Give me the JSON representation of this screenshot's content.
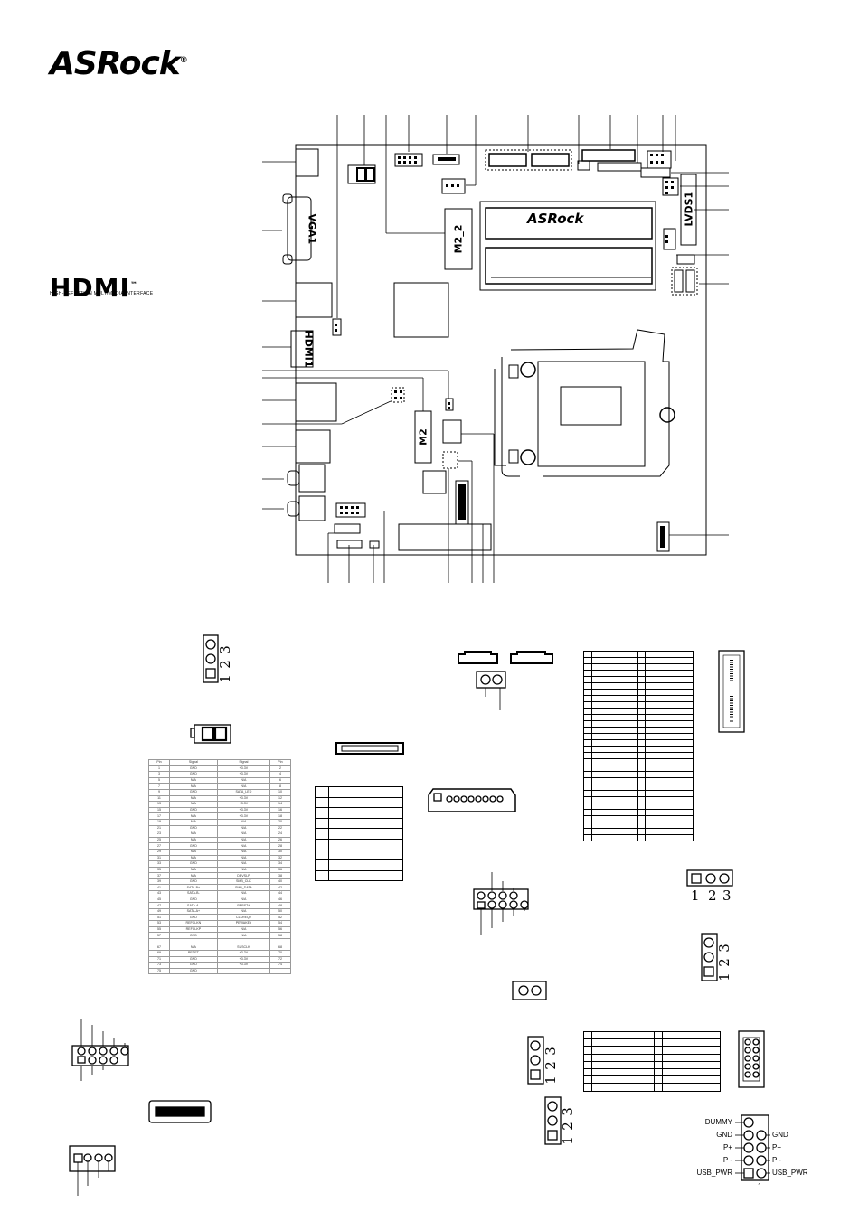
{
  "brand": {
    "logo_text": "ASRock",
    "logo_mark": "®",
    "board_logo": "ASRock"
  },
  "hdmi_logo": {
    "text": "HDMI",
    "tm": "™",
    "subtitle": "HIGH-DEFINITION MULTIMEDIA INTERFACE"
  },
  "board_labels": {
    "vga": "VGA1",
    "hdmi": "HDMI1",
    "m2_2": "M2_2",
    "m2": "M2",
    "lvds": "LVDS1"
  },
  "pin_numbers": {
    "header_a": [
      "1",
      "2",
      "3"
    ],
    "header_b": [
      "1",
      "2",
      "3"
    ],
    "header_c": [
      "1",
      "2",
      "3"
    ],
    "header_d": [
      "1",
      "2",
      "3"
    ],
    "header_e": [
      "1",
      "2",
      "3"
    ]
  },
  "usb_header": {
    "left": [
      "DUMMY",
      "GND",
      "P+",
      "P -",
      "USB_PWR"
    ],
    "right": [
      "GND",
      "P+",
      "P -",
      "USB_PWR"
    ],
    "pin1": "1"
  },
  "m2_table": {
    "rows": [
      [
        "Pin",
        "Signal",
        "Signal",
        "Pin"
      ],
      [
        "1",
        "GND",
        "+3.3V",
        "2"
      ],
      [
        "3",
        "GND",
        "+3.3V",
        "4"
      ],
      [
        "5",
        "N/A",
        "N/A",
        "6"
      ],
      [
        "7",
        "N/A",
        "N/A",
        "8"
      ],
      [
        "9",
        "GND",
        "SATA_LED",
        "10"
      ],
      [
        "11",
        "N/A",
        "+3.3V",
        "12"
      ],
      [
        "13",
        "N/A",
        "+3.3V",
        "14"
      ],
      [
        "15",
        "GND",
        "+3.3V",
        "16"
      ],
      [
        "17",
        "N/A",
        "+3.3V",
        "18"
      ],
      [
        "19",
        "N/A",
        "N/A",
        "20"
      ],
      [
        "21",
        "GND",
        "N/A",
        "22"
      ],
      [
        "23",
        "N/A",
        "N/A",
        "24"
      ],
      [
        "25",
        "N/A",
        "N/A",
        "26"
      ],
      [
        "27",
        "GND",
        "N/A",
        "28"
      ],
      [
        "29",
        "N/A",
        "N/A",
        "30"
      ],
      [
        "31",
        "N/A",
        "N/A",
        "32"
      ],
      [
        "33",
        "GND",
        "N/A",
        "34"
      ],
      [
        "35",
        "N/A",
        "N/A",
        "36"
      ],
      [
        "37",
        "N/A",
        "DEVSLP",
        "38"
      ],
      [
        "39",
        "GND",
        "SMB_CLK",
        "40"
      ],
      [
        "41",
        "SATA-B+",
        "SMB_DATA",
        "42"
      ],
      [
        "43",
        "SATA-B-",
        "N/A",
        "44"
      ],
      [
        "45",
        "GND",
        "N/A",
        "46"
      ],
      [
        "47",
        "SATA-A-",
        "PERST#",
        "48"
      ],
      [
        "49",
        "SATA-A+",
        "N/A",
        "50"
      ],
      [
        "51",
        "GND",
        "CLKREQ#",
        "52"
      ],
      [
        "53",
        "REFCLKN",
        "PEWAKE#",
        "54"
      ],
      [
        "55",
        "REFCLKP",
        "N/A",
        "56"
      ],
      [
        "57",
        "GND",
        "N/A",
        "58"
      ],
      [
        "",
        "",
        "",
        ""
      ],
      [
        "67",
        "N/A",
        "SUSCLK",
        "68"
      ],
      [
        "69",
        "PEDET",
        "+3.3V",
        "70"
      ],
      [
        "71",
        "GND",
        "+3.3V",
        "72"
      ],
      [
        "73",
        "GND",
        "+3.3V",
        "74"
      ],
      [
        "75",
        "GND",
        "",
        ""
      ]
    ]
  }
}
